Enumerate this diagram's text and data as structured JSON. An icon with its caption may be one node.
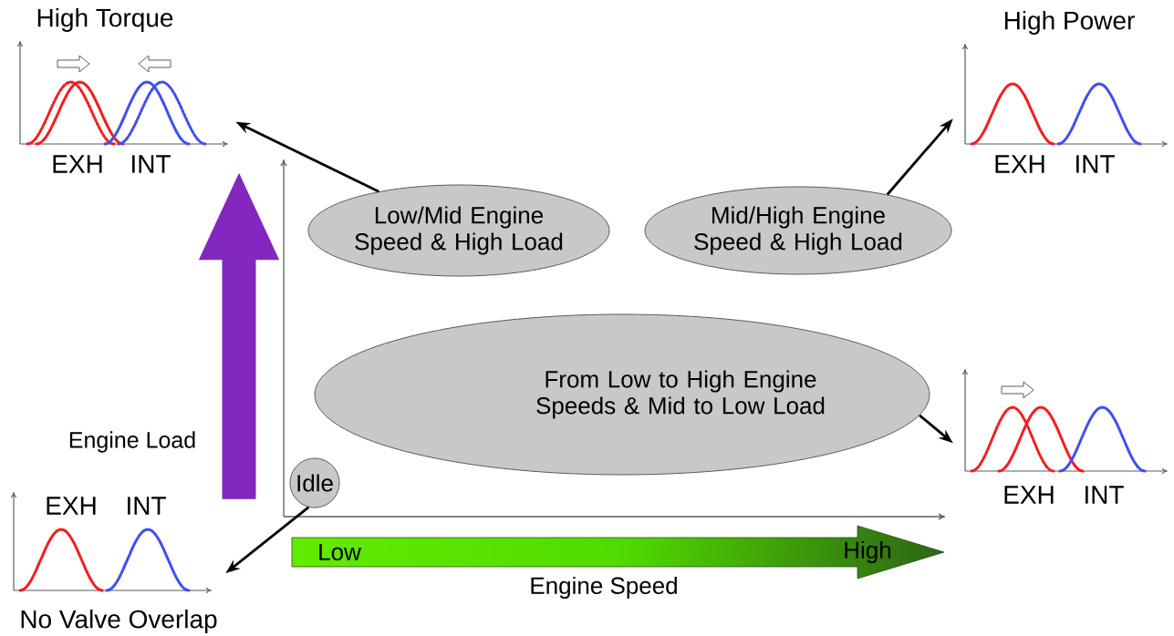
{
  "diagram": {
    "nodes": [
      {
        "text": [
          "Low/Mid Engine Speed & High Load"
        ]
      },
      {
        "text": [
          "Mid/High Engine Speed & High Load"
        ]
      },
      {
        "text": [
          "From Low to High Engine Speeds & Mid to Low Load"
        ]
      },
      {
        "text": [
          "Idle"
        ]
      },
      {
        "text": [
          "High Torque",
          "EXH",
          "INT"
        ]
      },
      {
        "text": [
          "High Power",
          "EXH",
          "INT"
        ]
      },
      {
        "text": [
          "EXH",
          "INT"
        ]
      },
      {
        "text": [
          "EXH",
          "INT",
          "No Valve Overlap"
        ]
      }
    ],
    "edges": [
      {
        "from": 0,
        "to": 4,
        "arrow": "to"
      },
      {
        "from": 1,
        "to": 5,
        "arrow": "to"
      },
      {
        "from": 2,
        "to": 6,
        "arrow": "to"
      },
      {
        "from": 3,
        "to": 7,
        "arrow": "to"
      },
      {
        "from": 7,
        "to": 4,
        "arrow": "to",
        "style": "thick",
        "color": "#8228be"
      }
    ],
    "labels": [
      "Engine Load",
      "Low",
      "High",
      "Engine Speed"
    ]
  }
}
